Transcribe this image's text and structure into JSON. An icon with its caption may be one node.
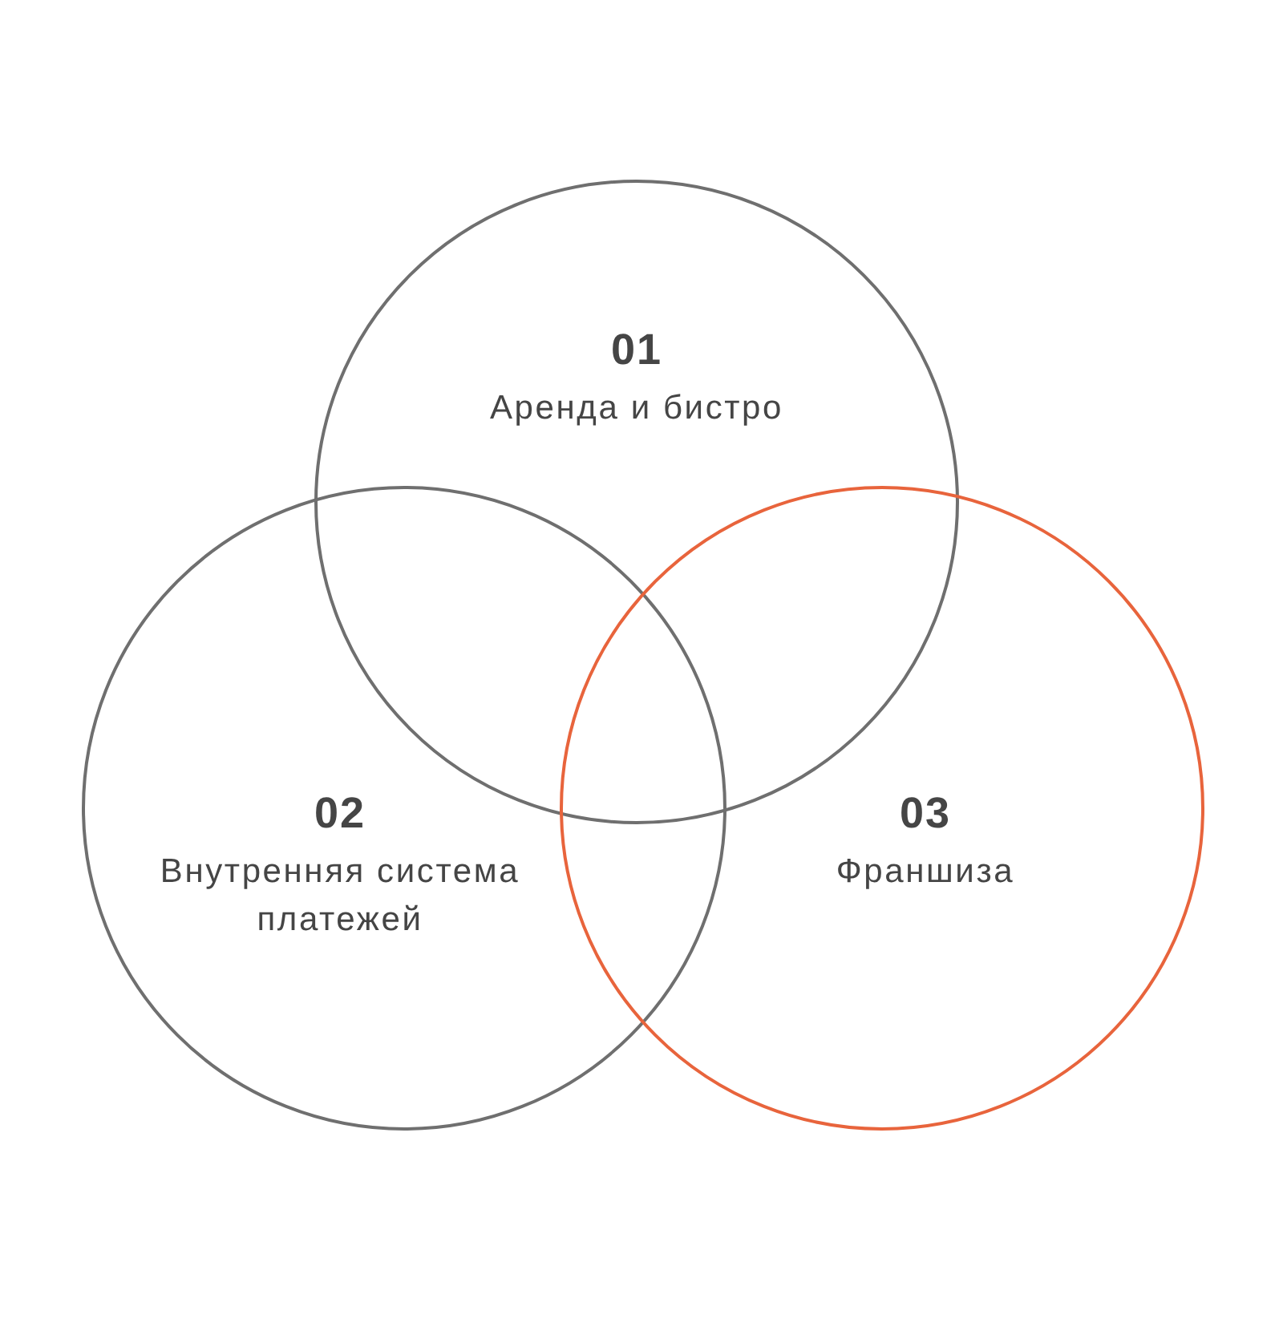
{
  "diagram": {
    "nodes": [
      {
        "text": [
          "01",
          "Аренда и бистро"
        ]
      },
      {
        "text": [
          "02",
          "Внутренняя система платежей"
        ]
      },
      {
        "text": [
          "03",
          "Франшиза"
        ]
      }
    ]
  }
}
